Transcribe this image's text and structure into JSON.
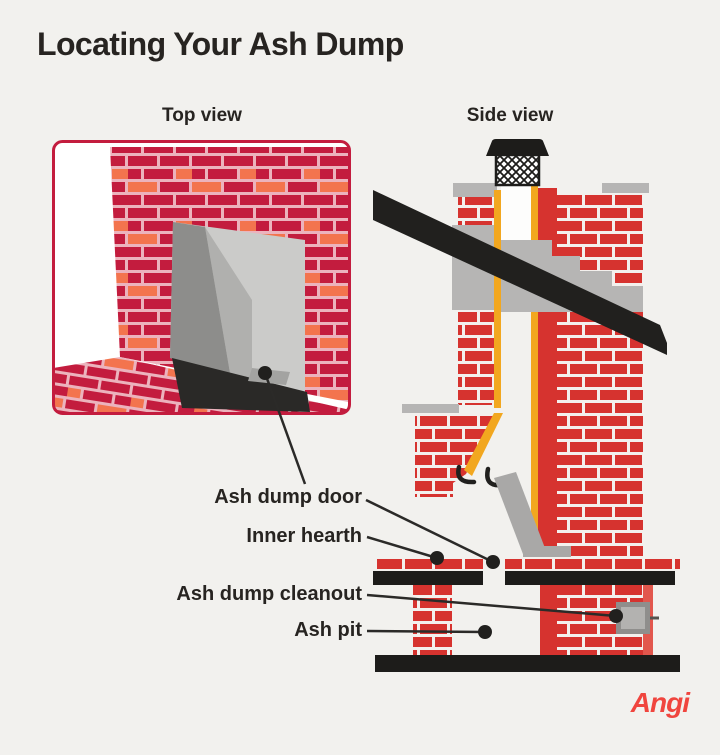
{
  "title": "Locating Your Ash Dump",
  "views": {
    "top": "Top view",
    "side": "Side view"
  },
  "labels": [
    {
      "text": "Ash dump door"
    },
    {
      "text": "Inner hearth"
    },
    {
      "text": "Ash dump cleanout"
    },
    {
      "text": "Ash pit"
    }
  ],
  "brand": "Angi",
  "colors": {
    "background": "#f2f1ee",
    "ink": "#272421",
    "brand_red": "#f0453e",
    "side_brick_red": "#d6332f",
    "side_mortar": "#f3f0ed",
    "top_brick_crimson": "#c31c3e",
    "top_brick_orange": "#f3744e",
    "top_mortar_pink": "#ecb3bd",
    "flue_yellow": "#f2a71f",
    "masonry_gray": "#b6b5b4",
    "slab_black": "#1d1c1a"
  }
}
